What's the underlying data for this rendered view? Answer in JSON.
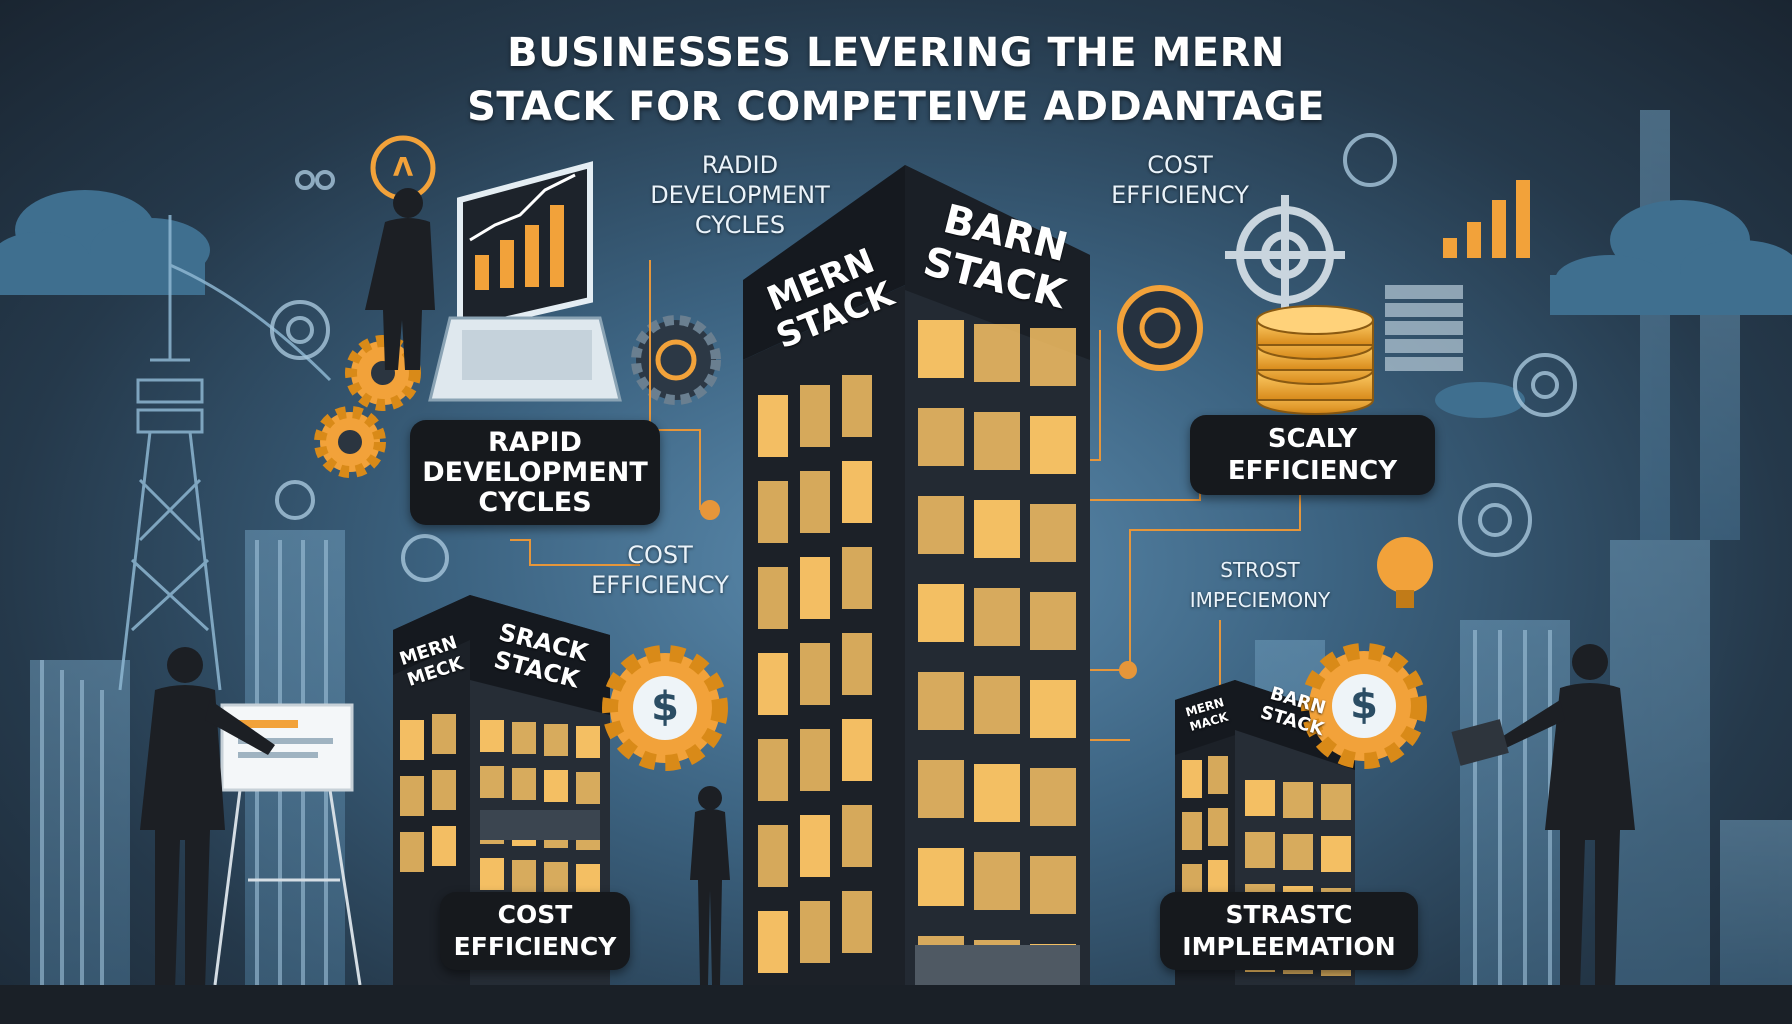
{
  "title": {
    "line1": "BUSINESSES LEVERING THE MERN",
    "line2": "STACK FOR COMPETEIVE ADDANTAGE"
  },
  "floating_labels": {
    "rapid_top": "RADID\nDEVELOPMENT\nCYCLES",
    "cost_top": "COST\nEFFICIENCY",
    "cost_mid": "COST\nEFFICIENCY",
    "strost": "STROST\nIMPECIEMONY"
  },
  "pills": {
    "rapid": "RAPID\nDEVELOPMENT\nCYCLES",
    "scaly": "SCALY\nEFFICIENCY",
    "cost": "COST\nEFFICIENCY",
    "strastc": "STRASTC\nIMPLEEMATION"
  },
  "signs": {
    "center_left": "MERN\nSTACK",
    "center_right": "BARN\nSTACK",
    "left_a": "MERN\nMECK",
    "left_b": "SRACK\nSTACK",
    "right_a": "MERN\nMACK",
    "right_b": "BARN\nSTACK"
  },
  "icons": {
    "triangle_glyph": "Λ",
    "dollar_sign": "$"
  },
  "colors": {
    "accent_orange": "#f2a23a",
    "window_glow": "#ffc766",
    "building_dark": "#1c2128",
    "pill_bg": "#16191d",
    "sky_blue": "#4d7a9c"
  }
}
